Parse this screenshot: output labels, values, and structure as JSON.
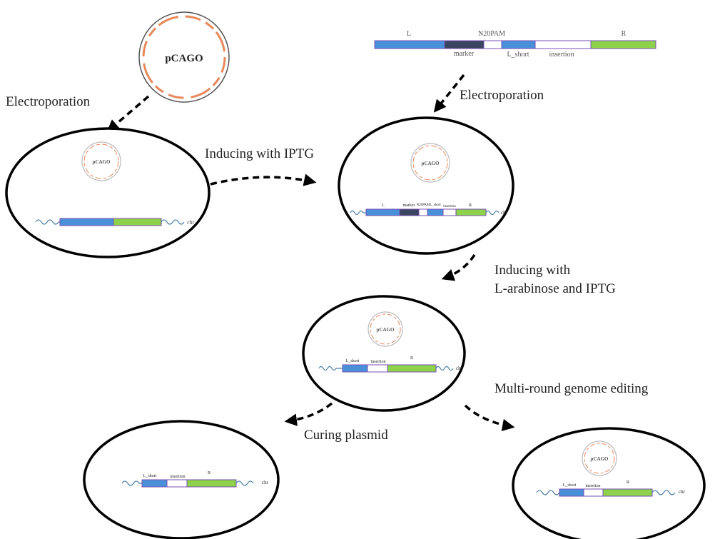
{
  "colors": {
    "L": "#4a90d9",
    "marker": "#3a4560",
    "N20PAM": "#ffffff",
    "L_short": "#4a90d9",
    "insertion": "#ffffff",
    "R": "#8ed14a",
    "outline": "#7a4fb5",
    "plasmid_segments": "#e8875a",
    "wavy": "#4a7fa8",
    "cell": "#000000"
  },
  "plasmid": {
    "name": "pCAGO"
  },
  "donor": {
    "segments": [
      {
        "key": "L",
        "label": "L"
      },
      {
        "key": "marker",
        "label": "marker"
      },
      {
        "key": "N20PAM",
        "label": "N20PAM"
      },
      {
        "key": "L_short",
        "label": "L_short"
      },
      {
        "key": "insertion",
        "label": "insertion"
      },
      {
        "key": "R",
        "label": "R"
      }
    ]
  },
  "steps": {
    "s1": "Electroporation",
    "s2": "Inducing with IPTG",
    "s3": "Electroporation",
    "s4_line1": "Inducing with",
    "s4_line2": "L-arabinose and IPTG",
    "s5": "Curing plasmid",
    "s6": "Multi-round genome editing"
  },
  "cells": {
    "cell1": {
      "plasmid": "pCAGO",
      "chr": "chr"
    },
    "cell2": {
      "plasmid": "pCAGO",
      "chr": "chr",
      "labels": {
        "L": "L",
        "marker": "marker",
        "N20PAM": "N20PAM",
        "L_short": "L_short",
        "insertion": "insertion",
        "R": "R"
      }
    },
    "cell3": {
      "plasmid": "pCAGO",
      "chr": "chr",
      "labels": {
        "L_short": "L_short",
        "insertion": "insertion",
        "R": "R"
      }
    },
    "cell4": {
      "chr": "chr",
      "labels": {
        "L_short": "L_short",
        "insertion": "insertion",
        "R": "R"
      }
    },
    "cell5": {
      "plasmid": "pCAGO",
      "chr": "chr",
      "labels": {
        "L_short": "L_short",
        "insertion": "insertion",
        "R": "R"
      }
    }
  }
}
